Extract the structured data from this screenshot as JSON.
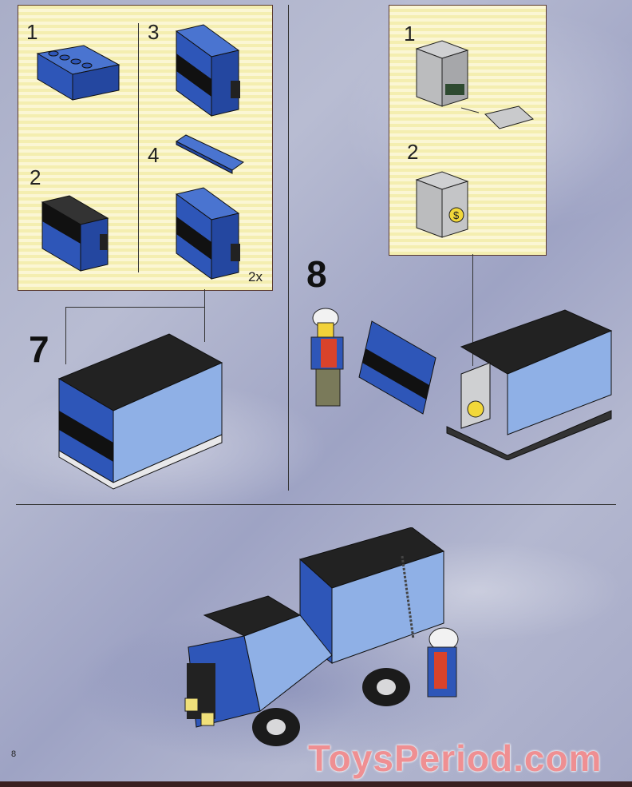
{
  "page": {
    "page_number": "8",
    "watermark": "ToysPeriod.com"
  },
  "left_substeps": {
    "steps": [
      "1",
      "2",
      "3",
      "4"
    ],
    "multiplier": "2x"
  },
  "right_substeps": {
    "steps": [
      "1",
      "2"
    ]
  },
  "main_steps": {
    "step7": "7",
    "step8": "8"
  },
  "colors": {
    "panel_bg": "#f4eeb0",
    "brick_blue": "#2e56b8",
    "brick_black": "#1e1e1e",
    "watermark": "#ef8f92"
  }
}
